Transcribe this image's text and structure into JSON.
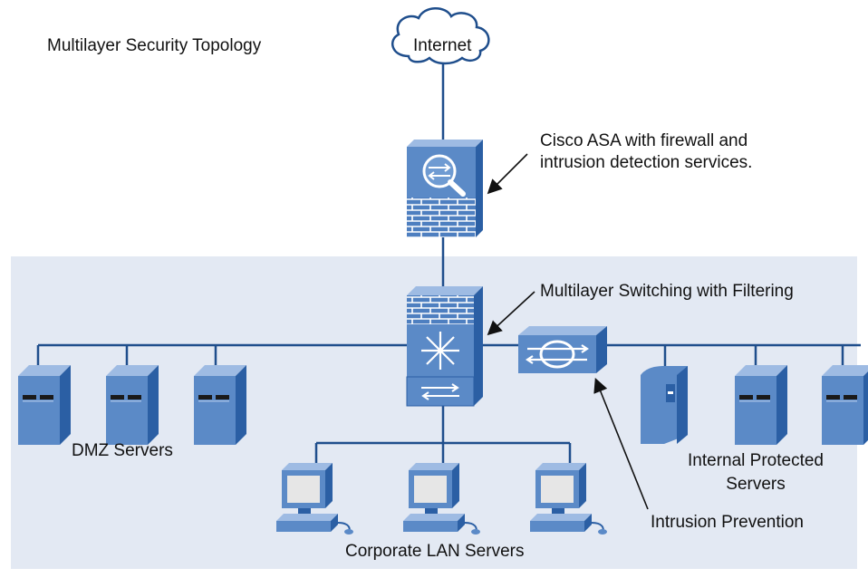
{
  "diagram": {
    "title": "Multilayer Security Topology",
    "nodes": {
      "internet": "Internet",
      "asa": "Cisco ASA with firewall and\nintrusion detection services.",
      "multilayer_switch": "Multilayer Switching with Filtering",
      "ips": "Intrusion Prevention"
    },
    "groups": {
      "dmz": "DMZ Servers",
      "internal": "Internal Protected\nServers",
      "corporate": "Corporate LAN Servers"
    }
  },
  "colors": {
    "panel": "#e3e9f3",
    "device_front": "#5b8ac7",
    "device_side": "#2b5fa4",
    "device_top": "#9ebbe3",
    "line": "#1f4e8c"
  },
  "icons": [
    "cloud-icon",
    "firewall-icon",
    "switch-icon",
    "ips-icon",
    "server-icon",
    "computer-icon"
  ]
}
